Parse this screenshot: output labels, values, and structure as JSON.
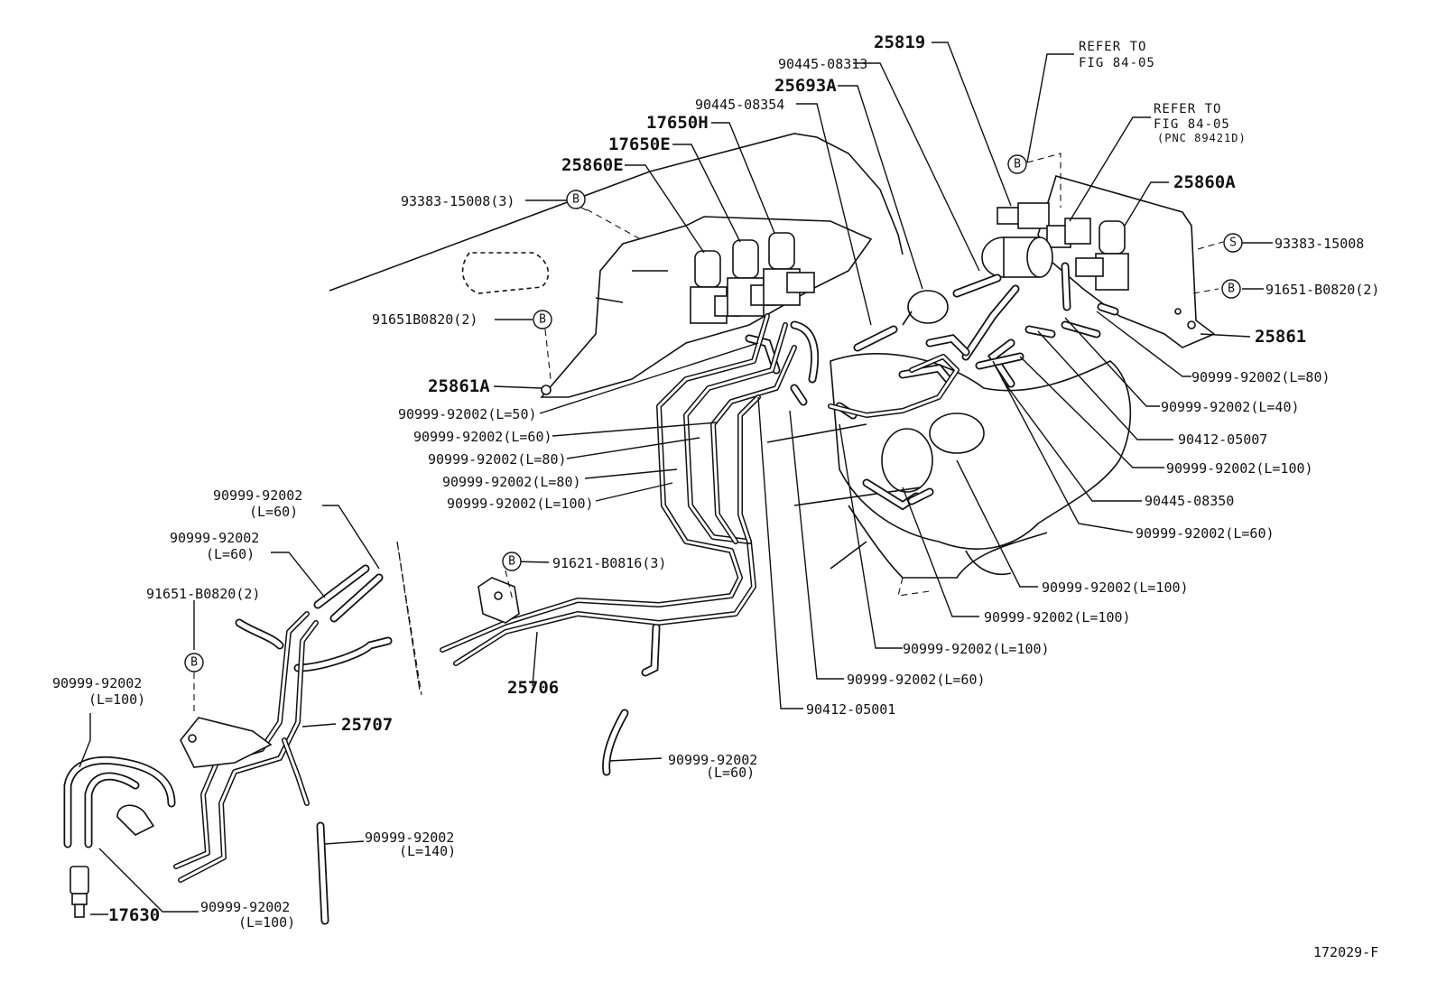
{
  "labels": {
    "l_25819": "25819",
    "l_90445_08313": "90445-08313",
    "l_25693A": "25693A",
    "l_90445_08354": "90445-08354",
    "l_17650H": "17650H",
    "l_17650E": "17650E",
    "l_25860E": "25860E",
    "l_93383_15008_3": "93383-15008(3)",
    "l_91651B0820_2": "91651B0820(2)",
    "l_25861A": "25861A",
    "l_25860A": "25860A",
    "l_93383_15008": "93383-15008",
    "l_91651_B0820_2_r": "91651-B0820(2)",
    "l_25861": "25861",
    "l_91621_B0816_3": "91621-B0816(3)",
    "l_25706": "25706",
    "l_25707": "25707",
    "l_91651_B0820_2_l": "91651-B0820(2)",
    "l_17630": "17630",
    "l_90412_05001": "90412-05001",
    "l_90412_05007": "90412-05007",
    "l_90445_08350": "90445-08350",
    "fig_code": "172029-F"
  },
  "hoses_left": [
    {
      "part": "90999-92002",
      "len": "(L=50)"
    },
    {
      "part": "90999-92002",
      "len": "(L=60)"
    },
    {
      "part": "90999-92002",
      "len": "(L=80)"
    },
    {
      "part": "90999-92002",
      "len": "(L=80)"
    },
    {
      "part": "90999-92002",
      "len": "(L=100)"
    }
  ],
  "hoses_right": [
    {
      "part": "90999-92002",
      "len": "(L=80)"
    },
    {
      "part": "90999-92002",
      "len": "(L=40)"
    },
    {
      "part": "90999-92002",
      "len": "(L=100)"
    },
    {
      "part": "90999-92002",
      "len": "(L=60)"
    },
    {
      "part": "90999-92002",
      "len": "(L=100)"
    },
    {
      "part": "90999-92002",
      "len": "(L=100)"
    },
    {
      "part": "90999-92002",
      "len": "(L=100)"
    },
    {
      "part": "90999-92002",
      "len": "(L=60)"
    }
  ],
  "hoses_lower_left": [
    {
      "part": "90999-92002",
      "len": "(L=60)"
    },
    {
      "part": "90999-92002",
      "len": "(L=60)"
    },
    {
      "part": "90999-92002",
      "len": "(L=100)"
    },
    {
      "part": "90999-92002",
      "len": "(L=100)"
    },
    {
      "part": "90999-92002",
      "len": "(L=140)"
    },
    {
      "part": "90999-92002",
      "len": "(L=60)"
    }
  ],
  "refer_1": {
    "line1": "REFER TO",
    "line2": "FIG 84-05"
  },
  "refer_2": {
    "line1": "REFER TO",
    "line2": "FIG 84-05",
    "line3": "(PNC 89421D)"
  },
  "markers": {
    "b": "B",
    "s": "S"
  }
}
